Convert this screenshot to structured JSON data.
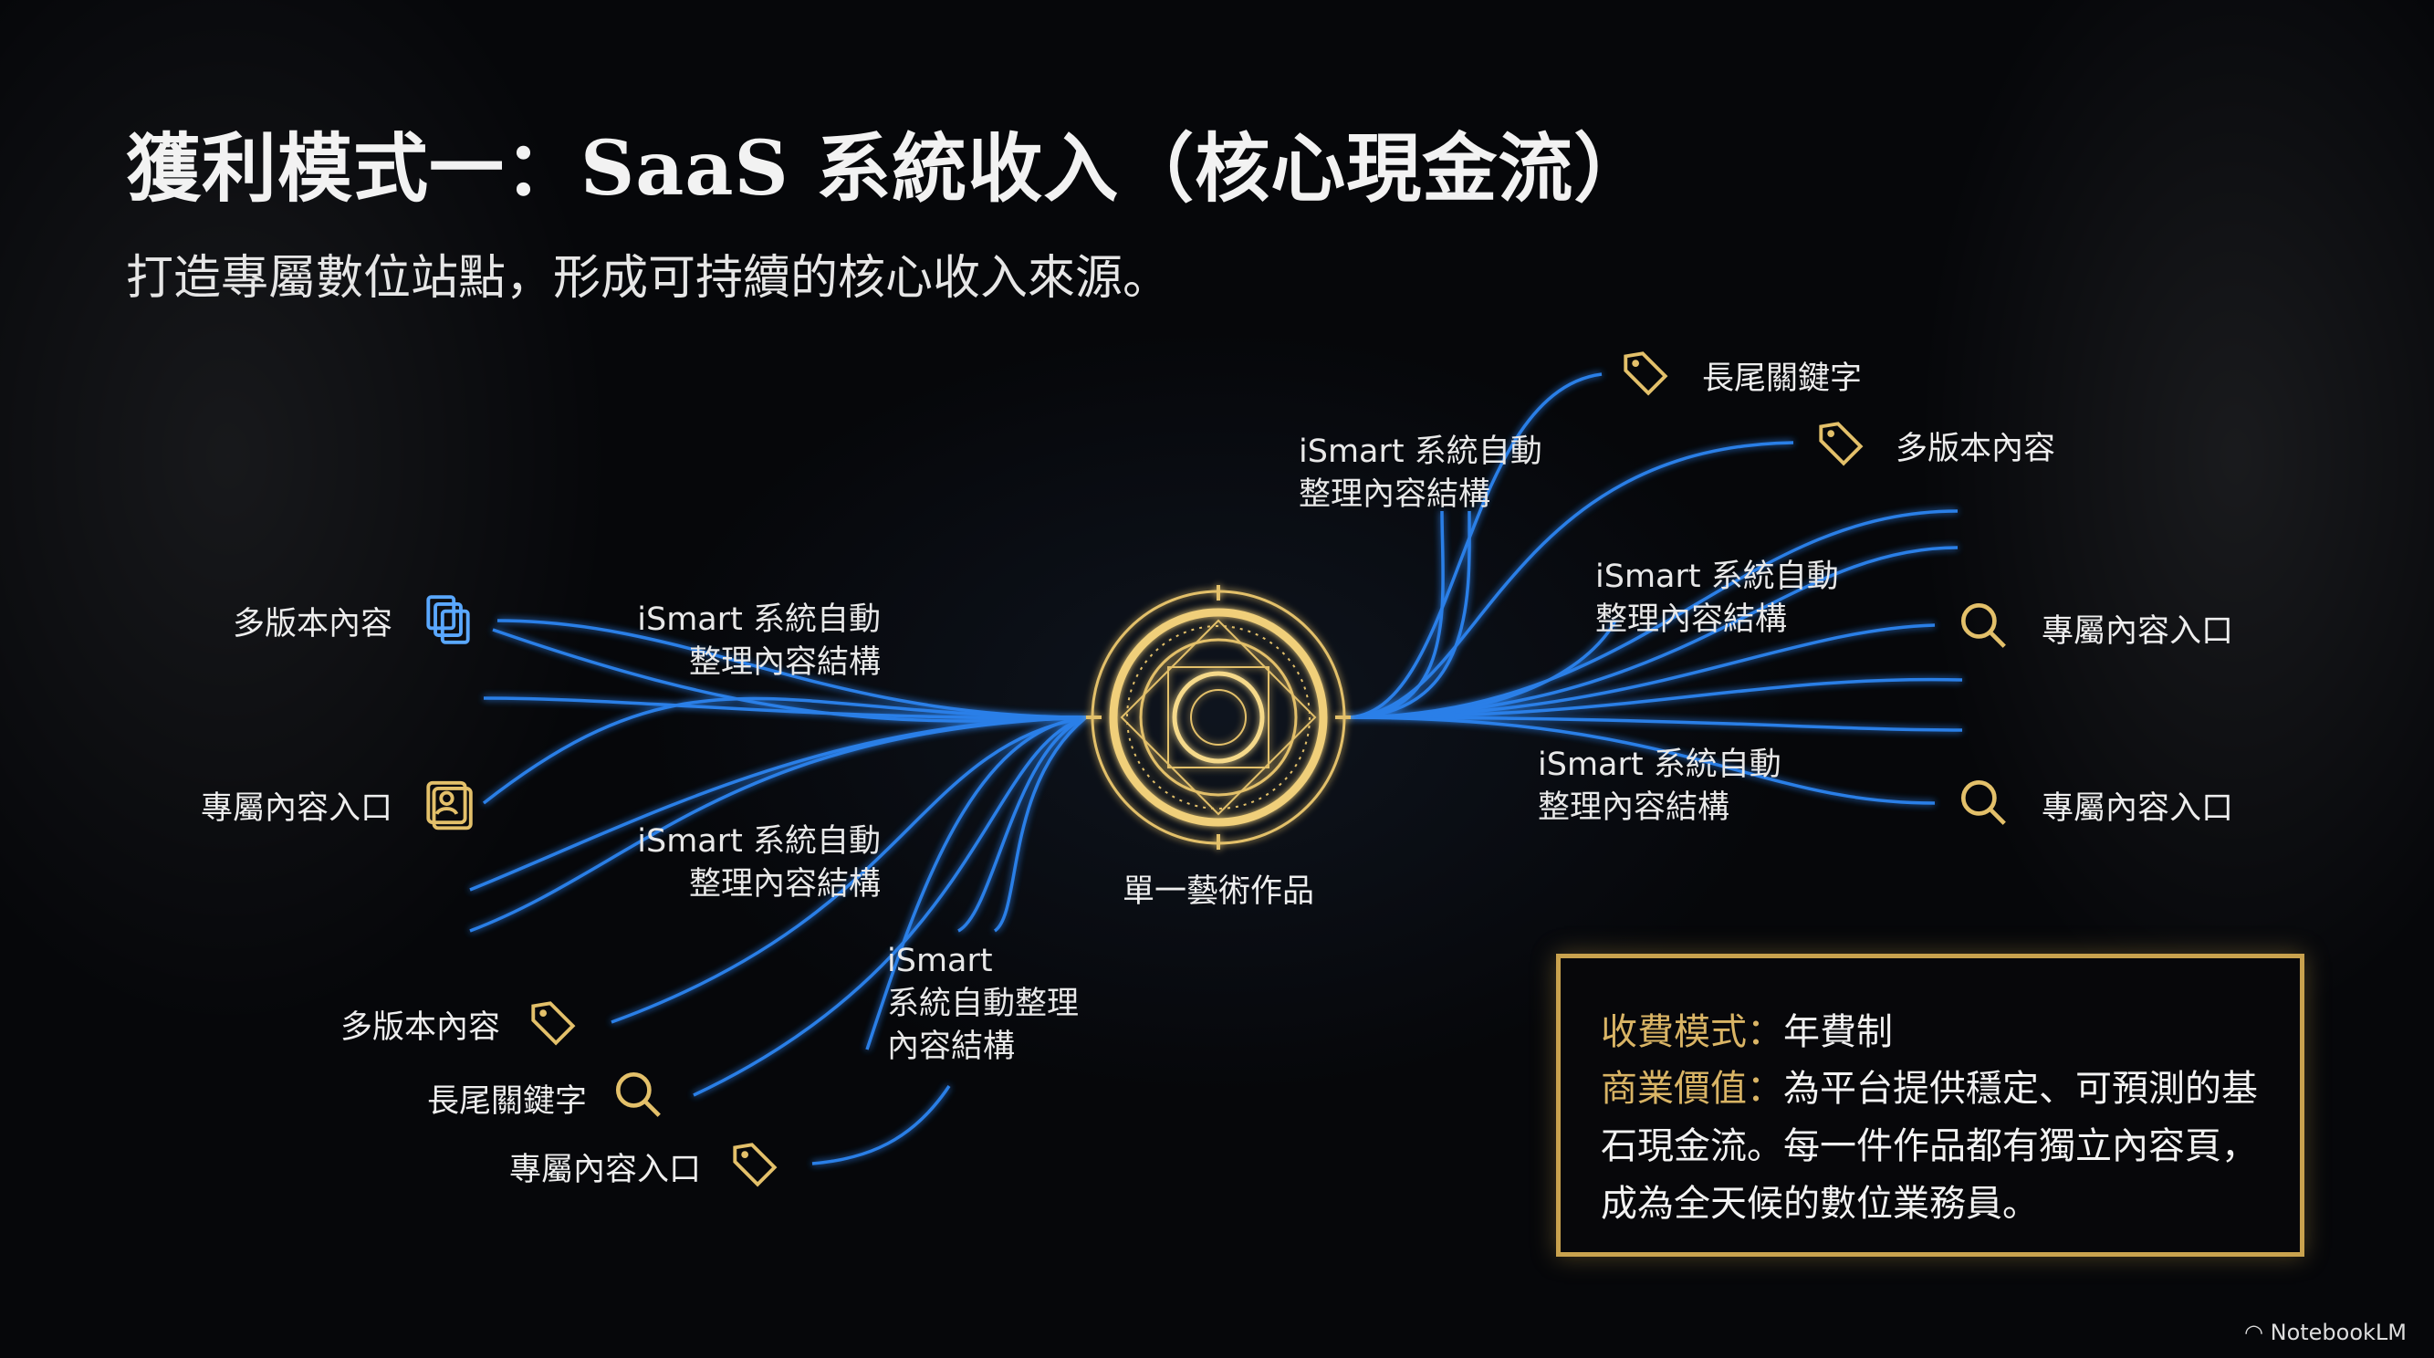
{
  "header": {
    "title": "獲利模式一：SaaS 系統收入（核心現金流）",
    "subtitle": "打造專屬數位站點，形成可持續的核心收入來源。"
  },
  "center": {
    "label": "單一藝術作品",
    "icon": "golden-emblem"
  },
  "left": {
    "multi_version": "多版本內容",
    "exclusive_entry": "專屬內容入口",
    "ismart_1": [
      "iSmart 系統自動",
      "整理內容結構"
    ],
    "ismart_2": [
      "iSmart 系統自動",
      "整理內容結構"
    ],
    "ismart_3": [
      "iSmart",
      "系統自動整理",
      "內容結構"
    ],
    "bottom_multi": "多版本內容",
    "bottom_longtail": "長尾關鍵字",
    "bottom_entry": "專屬內容入口"
  },
  "right": {
    "longtail": "長尾關鍵字",
    "multi_version": "多版本內容",
    "ismart_top": [
      "iSmart 系統自動",
      "整理內容結構"
    ],
    "ismart_mid": [
      "iSmart 系統自動",
      "整理內容結構"
    ],
    "ismart_low": [
      "iSmart 系統自動",
      "整理內容結構"
    ],
    "entry_1": "專屬內容入口",
    "entry_2": "專屬內容入口"
  },
  "info_box": {
    "fee_label": "收費模式：",
    "fee_value": "年費制",
    "value_label": "商業價值：",
    "value_line1": "為平台提供穩定、可預測的基",
    "value_line2": "石現金流。每一件作品都有獨立內容頁，",
    "value_line3": "成為全天候的數位業務員。"
  },
  "branding": {
    "logo": "NotebookLM"
  },
  "colors": {
    "accent_blue": "#2f8cff",
    "gold": "#c9a24e"
  }
}
